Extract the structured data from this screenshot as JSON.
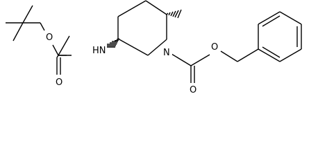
{
  "molecule": {
    "atom_labels": {
      "o_boc_ether": "O",
      "o_boc_carbonyl": "O",
      "nh": "HN",
      "n_ring": "N",
      "o_cbz_carbonyl": "O",
      "o_cbz_ether": "O"
    },
    "stereo_bonds": [
      "methyl-hashed-wedge",
      "nh-hashed-wedge"
    ]
  }
}
